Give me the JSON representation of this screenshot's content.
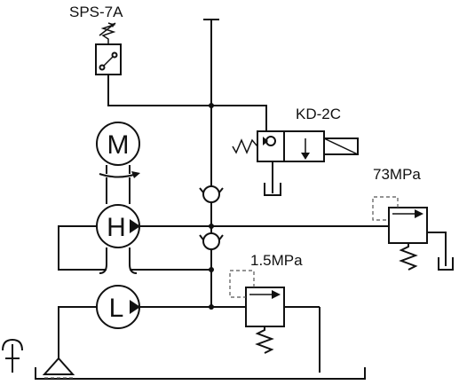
{
  "labels": {
    "pressure_switch": "SPS-7A",
    "solenoid_valve": "KD-2C",
    "relief_valve_high": "73MPa",
    "relief_valve_low": "1.5MPa"
  },
  "symbols": {
    "motor": "M",
    "high_pressure_pump": "H",
    "low_pressure_pump": "L"
  }
}
